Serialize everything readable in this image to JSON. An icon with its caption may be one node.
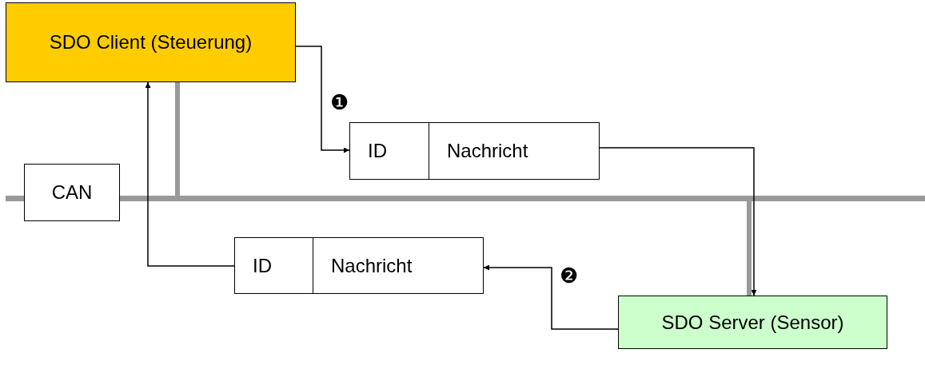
{
  "diagram": {
    "nodes": [
      {
        "text": [
          "SDO Client (Steuerung)"
        ]
      },
      {
        "text": [
          "ID",
          "Nachricht"
        ]
      },
      {
        "text": [
          "CAN"
        ]
      },
      {
        "text": [],
        "shape": "bar"
      },
      {
        "text": [
          "ID",
          "Nachricht"
        ]
      },
      {
        "text": [
          "SDO Server (Sensor)"
        ]
      }
    ],
    "edges": [
      {
        "from": 0,
        "to": 1,
        "arrow": "to",
        "label": "❶"
      },
      {
        "from": 1,
        "to": 5,
        "arrow": "to"
      },
      {
        "from": 5,
        "to": 4,
        "arrow": "to",
        "label": "❷"
      },
      {
        "from": 4,
        "to": 0,
        "arrow": "to"
      },
      {
        "from": 0,
        "to": 3,
        "arrow": "none",
        "style": "thick",
        "color": "#999999"
      },
      {
        "from": 5,
        "to": 3,
        "arrow": "none",
        "style": "thick",
        "color": "#999999"
      }
    ]
  }
}
